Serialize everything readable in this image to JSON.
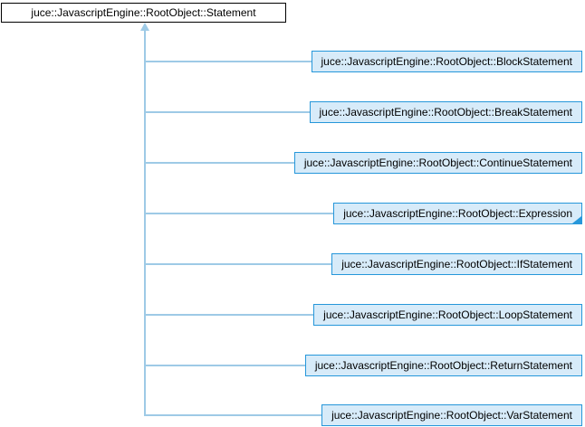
{
  "diagram": {
    "type": "class-inheritance-graph",
    "root": {
      "label": "juce::JavascriptEngine::RootObject::Statement"
    },
    "children": [
      {
        "label": "juce::JavascriptEngine::RootObject::BlockStatement",
        "truncated": false
      },
      {
        "label": "juce::JavascriptEngine::RootObject::BreakStatement",
        "truncated": false
      },
      {
        "label": "juce::JavascriptEngine::RootObject::ContinueStatement",
        "truncated": false
      },
      {
        "label": "juce::JavascriptEngine::RootObject::Expression",
        "truncated": true
      },
      {
        "label": "juce::JavascriptEngine::RootObject::IfStatement",
        "truncated": false
      },
      {
        "label": "juce::JavascriptEngine::RootObject::LoopStatement",
        "truncated": false
      },
      {
        "label": "juce::JavascriptEngine::RootObject::ReturnStatement",
        "truncated": false
      },
      {
        "label": "juce::JavascriptEngine::RootObject::VarStatement",
        "truncated": false
      }
    ],
    "colors": {
      "root_fill": "#ffffff",
      "root_border": "#000000",
      "node_fill": "#d7ebf9",
      "node_border": "#2697da",
      "connector_line": "#9ecae6",
      "text": "#000000"
    }
  }
}
